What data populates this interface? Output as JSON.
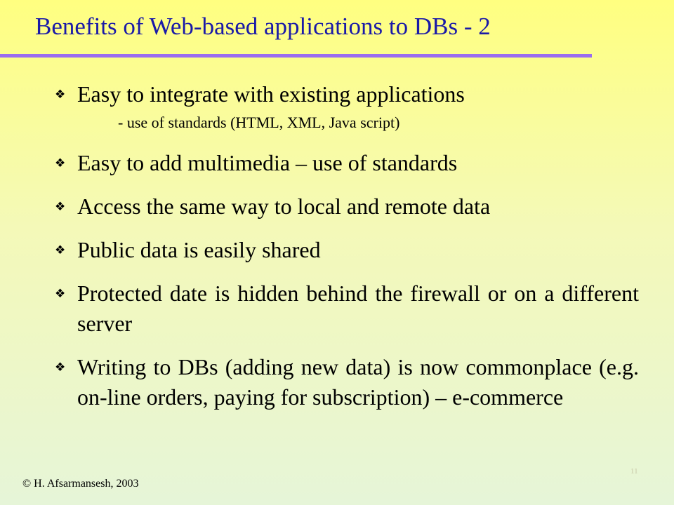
{
  "slide": {
    "title": "Benefits of Web-based applications to DBs - 2",
    "bullet_icon": "diamond-four-petal-icon",
    "bullets": [
      {
        "text": "Easy to integrate with existing applications",
        "sub": "- use of standards (HTML, XML, Java script)"
      },
      {
        "text": "Easy to add multimedia  – use of standards"
      },
      {
        "text": "Access the same way to local and remote data"
      },
      {
        "text": "Public data is easily shared"
      },
      {
        "text": "Protected date is hidden behind the firewall or on a different server"
      },
      {
        "text": "Writing to DBs (adding new data) is now commonplace (e.g. on-line orders, paying for subscription) –    e-commerce"
      }
    ],
    "footer": "© H. Afsarmansesh, 2003",
    "slide_number": "11"
  },
  "colors": {
    "title": "#1a1aa8",
    "rule": "#9a6cf0",
    "background_top": "#ffff80",
    "background_bottom": "#e6f5d8"
  }
}
